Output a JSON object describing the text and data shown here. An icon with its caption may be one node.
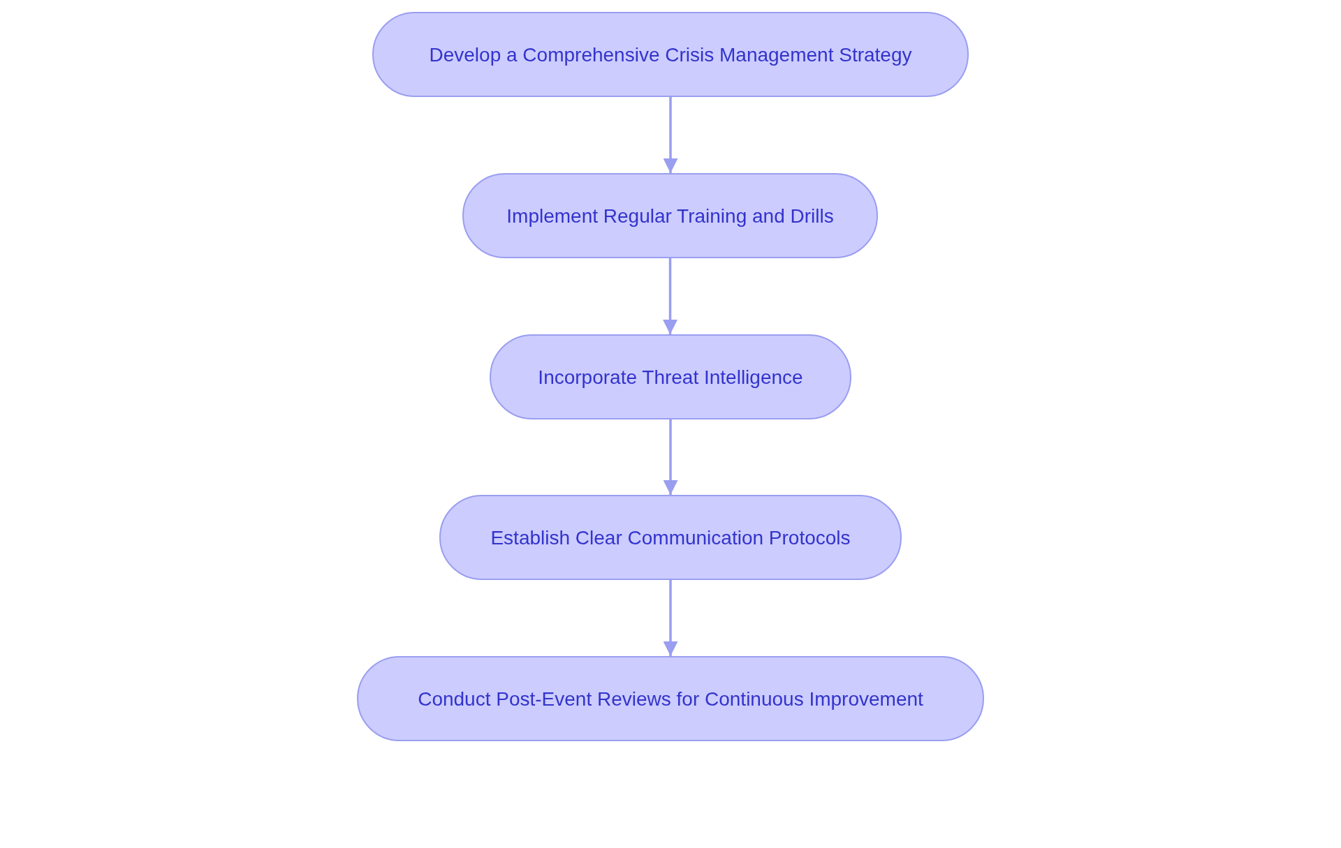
{
  "diagram": {
    "nodes": [
      {
        "text": [
          "Develop a Comprehensive Crisis Management Strategy"
        ]
      },
      {
        "text": [
          "Implement Regular Training and Drills"
        ]
      },
      {
        "text": [
          "Incorporate Threat Intelligence"
        ]
      },
      {
        "text": [
          "Establish Clear Communication Protocols"
        ]
      },
      {
        "text": [
          "Conduct Post-Event Reviews for Continuous Improvement"
        ]
      }
    ],
    "edges": [
      {
        "from": 0,
        "to": 1,
        "arrow": "to"
      },
      {
        "from": 1,
        "to": 2,
        "arrow": "to"
      },
      {
        "from": 2,
        "to": 3,
        "arrow": "to"
      },
      {
        "from": 3,
        "to": 4,
        "arrow": "to"
      }
    ]
  }
}
